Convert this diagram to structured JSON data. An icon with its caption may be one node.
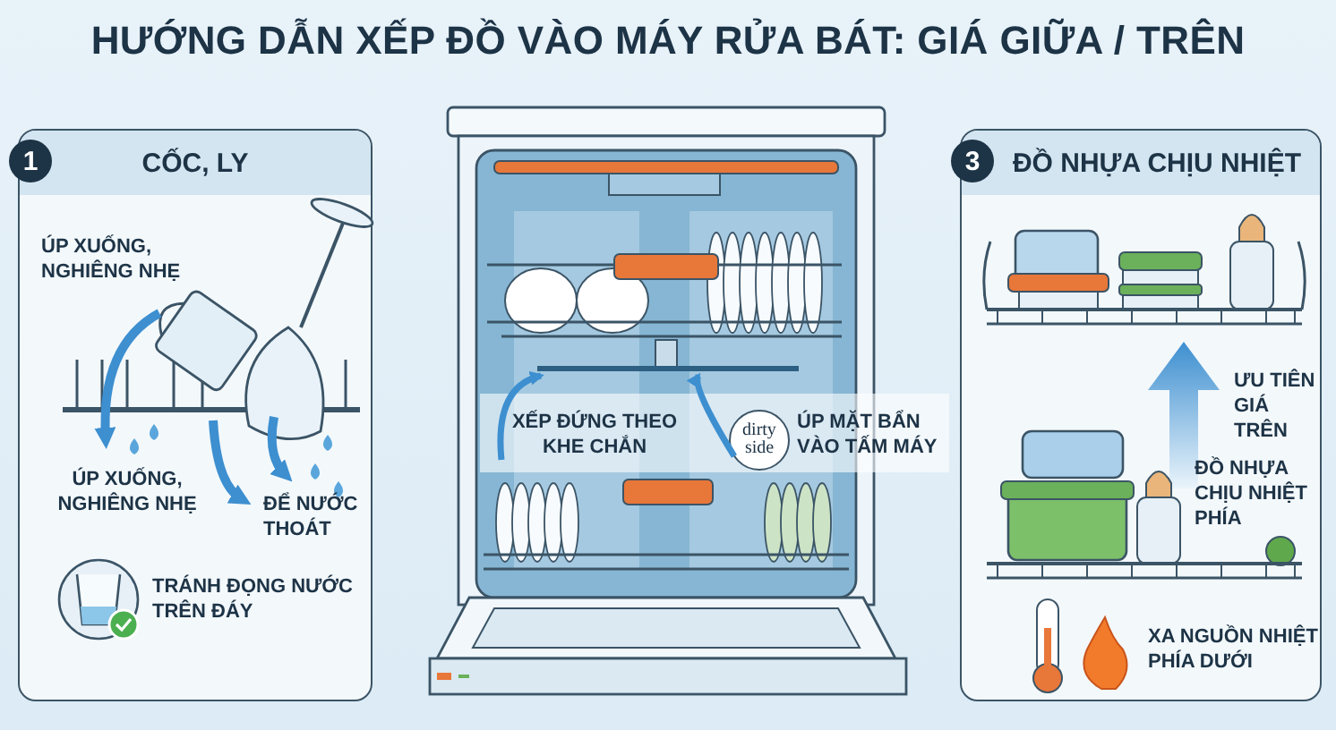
{
  "diagram": {
    "title": "HƯỚNG DẪN XẾP ĐỒ VÀO MÁY RỬA BÁT: GIÁ GIỮA / TRÊN",
    "nodes": [
      {
        "text": [
          "1",
          "CỐC, LY"
        ]
      },
      {
        "text": [
          "ÚP XUỐNG, NGHIÊNG NHẸ"
        ],
        "in": 0
      },
      {
        "text": [
          "ÚP XUỐNG, NGHIÊNG NHẸ"
        ],
        "in": 0
      },
      {
        "text": [
          "ĐỂ NƯỚC THOÁT"
        ],
        "in": 0
      },
      {
        "text": [
          "TRÁNH ĐỌNG NƯỚC TRÊN ĐÁY"
        ],
        "in": 0
      },
      {
        "text": [
          "XẾP ĐỨNG THEO KHE CHẮN"
        ]
      },
      {
        "text": [
          "dirty side"
        ]
      },
      {
        "text": [
          "ÚP MẶT BẨN VÀO TẤM MÁY"
        ]
      },
      {
        "text": [
          "3",
          "ĐỒ NHỰA CHỊU NHIỆT"
        ]
      },
      {
        "text": [
          "ƯU TIÊN GIÁ TRÊN"
        ],
        "in": 8
      },
      {
        "text": [
          "ĐỒ NHỰA CHỊU NHIỆT PHÍA"
        ],
        "in": 8
      },
      {
        "text": [
          "XA NGUỒN NHIỆT PHÍA DƯỚI"
        ],
        "in": 8
      },
      {
        "text": [],
        "shape": "picture"
      }
    ],
    "edges": [
      {
        "from": 5,
        "to": 12,
        "arrow": "to"
      },
      {
        "from": 6,
        "to": 12,
        "arrow": "to"
      }
    ]
  }
}
